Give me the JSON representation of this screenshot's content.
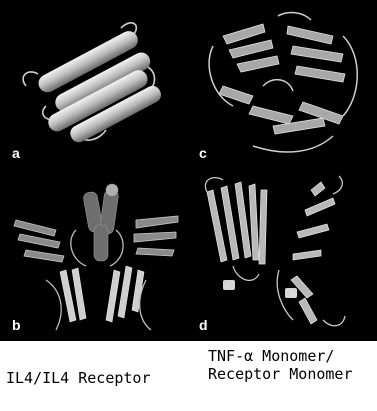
{
  "panels": [
    {
      "id": "a",
      "label": "a"
    },
    {
      "id": "c",
      "label": "c"
    },
    {
      "id": "b",
      "label": "b"
    },
    {
      "id": "d",
      "label": "d"
    }
  ],
  "captions": {
    "left": "IL4/IL4 Receptor",
    "right_line1": "TNF-α Monomer/",
    "right_line2": "Receptor Monomer"
  },
  "colors": {
    "background": "#000000",
    "ribbon": "#b8b8b8",
    "ribbon_dark": "#6e6e6e",
    "label": "#ffffff"
  }
}
